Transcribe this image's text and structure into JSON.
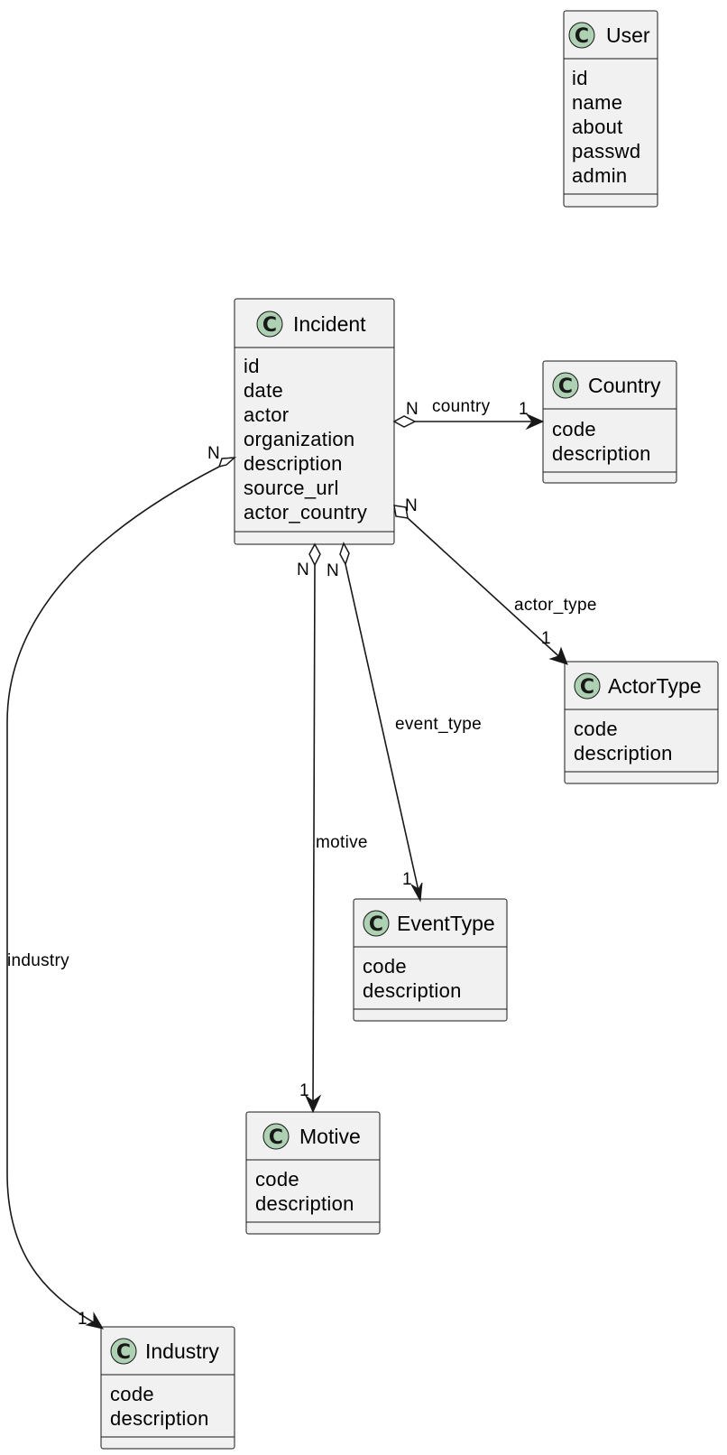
{
  "classes": {
    "user": {
      "stereotype": "C",
      "name": "User",
      "attributes": [
        "id",
        "name",
        "about",
        "passwd",
        "admin"
      ]
    },
    "incident": {
      "stereotype": "C",
      "name": "Incident",
      "attributes": [
        "id",
        "date",
        "actor",
        "organization",
        "description",
        "source_url",
        "actor_country"
      ]
    },
    "country": {
      "stereotype": "C",
      "name": "Country",
      "attributes": [
        "code",
        "description"
      ]
    },
    "actortype": {
      "stereotype": "C",
      "name": "ActorType",
      "attributes": [
        "code",
        "description"
      ]
    },
    "eventtype": {
      "stereotype": "C",
      "name": "EventType",
      "attributes": [
        "code",
        "description"
      ]
    },
    "motive": {
      "stereotype": "C",
      "name": "Motive",
      "attributes": [
        "code",
        "description"
      ]
    },
    "industry": {
      "stereotype": "C",
      "name": "Industry",
      "attributes": [
        "code",
        "description"
      ]
    }
  },
  "relations": {
    "country": {
      "label": "country",
      "from_mult": "N",
      "to_mult": "1"
    },
    "actor_type": {
      "label": "actor_type",
      "from_mult": "N",
      "to_mult": "1"
    },
    "event_type": {
      "label": "event_type",
      "from_mult": "N",
      "to_mult": "1"
    },
    "motive": {
      "label": "motive",
      "from_mult": "N",
      "to_mult": "1"
    },
    "industry": {
      "label": "industry",
      "from_mult": "N",
      "to_mult": "1"
    }
  },
  "colors": {
    "class_fill": "#f1f1f1",
    "stereotype_circle": "#add1b2",
    "stroke": "#181818"
  }
}
